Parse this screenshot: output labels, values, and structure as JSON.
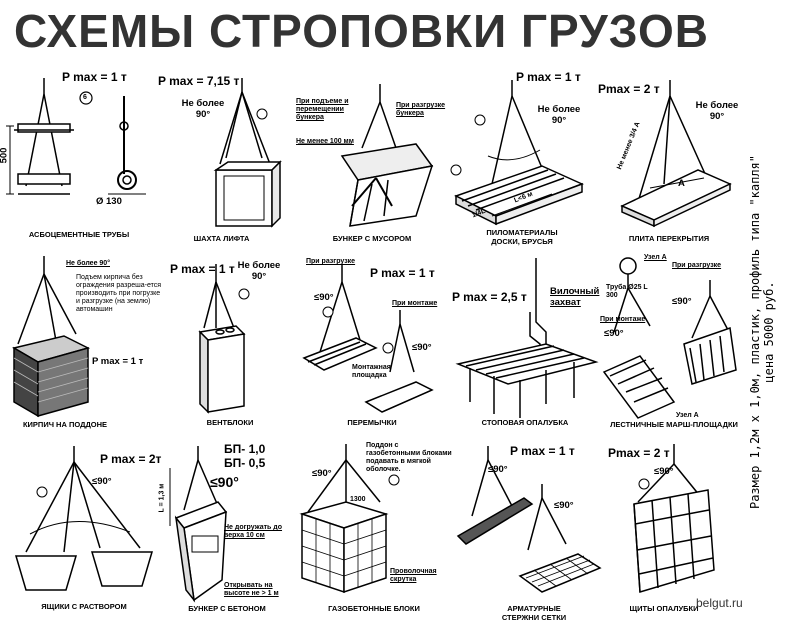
{
  "title": "СХЕМЫ СТРОПОВКИ ГРУЗОВ",
  "side_note": {
    "line1": "Размер 1,2м х 1,0м, пластик, профиль типа \"капля\"",
    "line2": "цена 5000 руб."
  },
  "watermark": "belgut.ru",
  "schemes": [
    {
      "caption": "Асбоцементные трубы",
      "load": "P max = 1 т",
      "dim_height": "500",
      "dim_diameter": "Ø 130",
      "marker": "6"
    },
    {
      "caption": "Шахта лифта",
      "load": "P max = 7,15 т",
      "angle": "Не более 90°"
    },
    {
      "caption": "Бункер с мусором",
      "note_lift": "При подъеме и перемещении бункера",
      "note_unload": "При разгрузке бункера",
      "note_min": "Не менее 100 мм"
    },
    {
      "caption": "Пиломатериалы доски, брусья",
      "load": "P max = 1 т",
      "angle": "Не более 90°",
      "dim_l": "L<6 м",
      "dim_quarter": "1/4L"
    },
    {
      "caption": "Плита перекрытия",
      "load": "Pmax = 2 т",
      "angle": "Не более 90°",
      "dim_diag": "Не менее 3/4 А",
      "dim_a": "А"
    },
    {
      "caption": "Кирпич на поддоне",
      "load": "P max = 1 т",
      "angle": "Не более 90°",
      "note": "Подъем кирпича без ограждения разреша-ется производить при погрузке и разгрузке (на землю) автомашин"
    },
    {
      "caption": "Вентблоки",
      "load": "P max = 1 т",
      "angle": "Не более 90°"
    },
    {
      "caption": "Перемычки",
      "load": "P max = 1 т",
      "angle_1": "≤90°",
      "angle_2": "≤90°",
      "note_unload": "При разгрузке",
      "note_mount": "При монтаже",
      "note_area": "Монтажная площадка"
    },
    {
      "caption": "Стоповая опалубка",
      "load": "P max = 2,5 т",
      "note": "Вилочный захват"
    },
    {
      "caption": "Лестничные марш-площадки",
      "node": "Узел А",
      "note_unload": "При разгрузке",
      "note_tube": "Труба Ø25 L 300",
      "note_mount": "При монтаже",
      "angle_1": "≤90°",
      "angle_2": "≤90°"
    },
    {
      "caption": "Ящики с раствором",
      "load": "P max = 2т",
      "angle": "≤90°"
    },
    {
      "caption": "Бункер с бетоном",
      "load_1": "БП- 1,0",
      "load_2": "БП- 0,5",
      "angle": "≤90°",
      "dim_l": "L = 1,3 м",
      "note_fill": "Не догружать до верха 10 см",
      "note_open": "Открывать на высоте не > 1 м"
    },
    {
      "caption": "Газобетонные блоки",
      "note": "Поддон с газобетонными блоками подавать в мягкой оболочке.",
      "angle": "≤90°",
      "wire": "Проволочная скрутка",
      "dim": "1300"
    },
    {
      "caption": "Арматурные стержни сетки",
      "load": "P max = 1 т",
      "angle_1": "≤90°",
      "angle_2": "≤90°"
    },
    {
      "caption": "Щиты опалубки",
      "load": "Pmax = 2 т",
      "angle": "≤90°"
    }
  ]
}
